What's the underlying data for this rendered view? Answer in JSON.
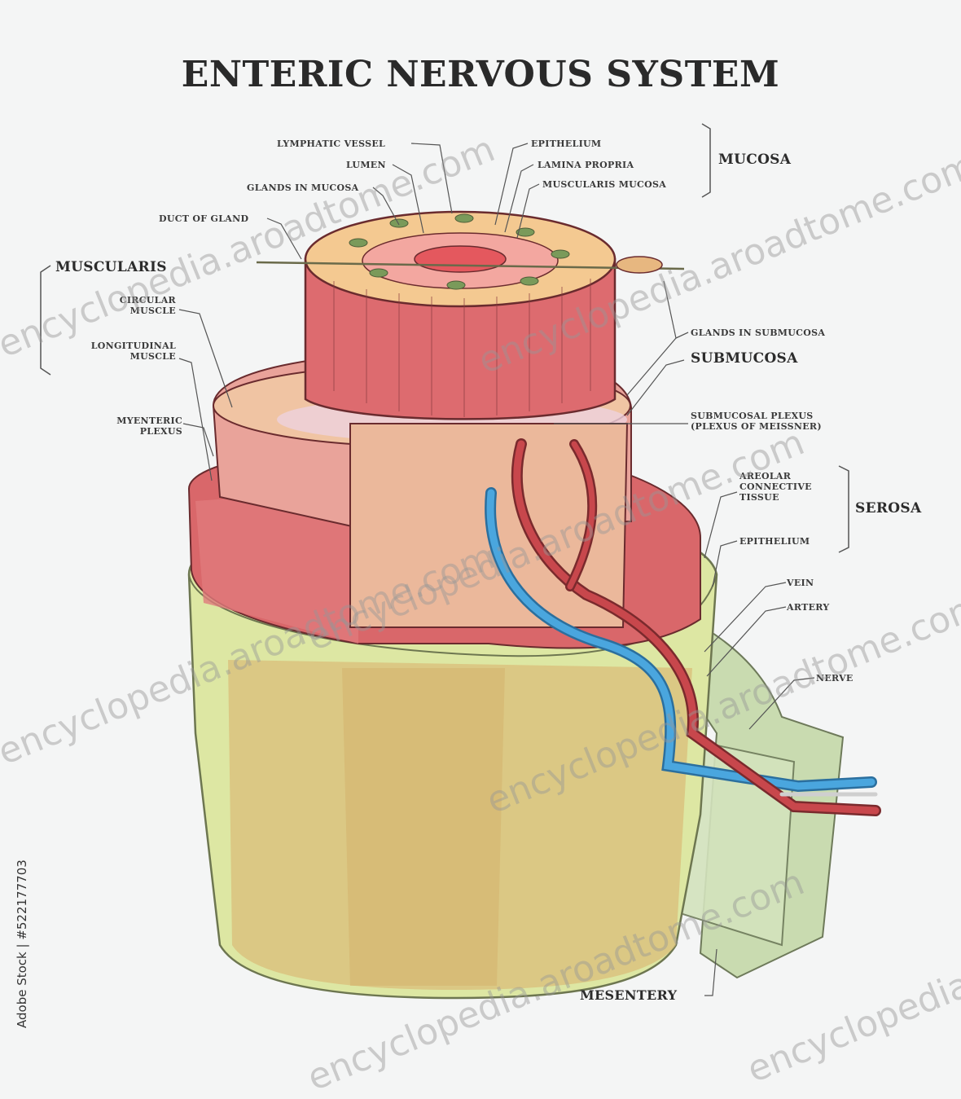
{
  "title": "ENTERIC NERVOUS SYSTEM",
  "labels": {
    "lymphatic_vessel": "LYMPHATIC VESSEL",
    "lumen": "LUMEN",
    "glands_in_mucosa": "GLANDS IN MUCOSA",
    "duct_of_gland": "DUCT OF GLAND",
    "epithelium_mucosa": "EPITHELIUM",
    "lamina_propria": "LAMINA PROPRIA",
    "muscularis_mucosa": "MUSCULARIS MUCOSA",
    "mucosa": "MUCOSA",
    "muscularis": "MUSCULARIS",
    "circular_muscle": "CIRCULAR\nMUSCLE",
    "longitudinal_muscle": "LONGITUDINAL\nMUSCLE",
    "myenteric_plexus": "MYENTERIC\nPLEXUS",
    "glands_in_submucosa": "GLANDS IN SUBMUCOSA",
    "submucosa": "SUBMUCOSA",
    "submucosal_plexus": "SUBMUCOSAL PLEXUS\n(PLEXUS OF MEISSNER)",
    "areolar_connective_tissue": "AREOLAR\nCONNECTIVE\nTISSUE",
    "epithelium_serosa": "EPITHELIUM",
    "serosa": "SEROSA",
    "vein": "VEIN",
    "artery": "ARTERY",
    "nerve": "NERVE",
    "mesentery": "MESENTERY"
  },
  "watermark": "encyclopedia.aroadtome.com",
  "credit": "Adobe Stock | #522177703",
  "colors": {
    "muscle": "#d9676a",
    "muscle_dark": "#b84a4f",
    "submucosa": "#eab79c",
    "mucosa_ring": "#f1d88e",
    "serosa_outer": "#d8e29a",
    "serosa_inner": "#d9b877",
    "mesentery": "#c9dbb0",
    "vein": "#3a9ad6",
    "artery": "#c0464a"
  }
}
